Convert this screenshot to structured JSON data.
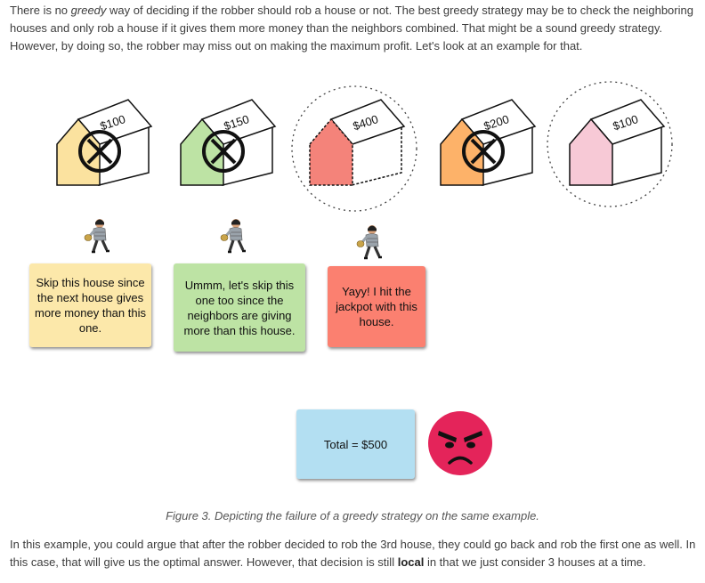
{
  "intro": {
    "part1": "There is no ",
    "em": "greedy",
    "part2": " way of deciding if the robber should rob a house or not. The best greedy strategy may be to check the neighboring houses and only rob a house if it gives them more money than the neighbors combined. That might be a sound greedy strategy. However, by doing so, the robber may miss out on making the maximum profit. Let's look at an example for that."
  },
  "houses": [
    {
      "amount": "$100",
      "color": "#fbe29f",
      "crossed": true
    },
    {
      "amount": "$150",
      "color": "#bde3a4",
      "crossed": true
    },
    {
      "amount": "$400",
      "color": "#f4837a",
      "crossed": false,
      "circled": true
    },
    {
      "amount": "$200",
      "color": "#fdb269",
      "crossed": true
    },
    {
      "amount": "$100",
      "color": "#f7c9d6",
      "crossed": false,
      "circled": true
    }
  ],
  "notes": {
    "note1": "Skip this house since the next house gives more money than this one.",
    "note2": "Ummm, let's skip this one too since the neighbors are giving more than this house.",
    "note3": "Yayy! I hit the jackpot with this house."
  },
  "total": "Total = $500",
  "caption": "Figure 3. Depicting the failure of a greedy strategy on the same example.",
  "outro": {
    "part1": "In this example, you could argue that after the robber decided to rob the 3rd house, they could go back and rob the first one as well. In this case, that will give us the optimal answer. However, that decision is still ",
    "bold": "local",
    "part2": " in that we just consider 3 houses at a time."
  },
  "colors": {
    "angry_face": "#e4245a",
    "text": "#3d3d3d"
  },
  "icons": [
    "robber-icon",
    "angry-face-icon",
    "cross-icon",
    "house-icon"
  ]
}
